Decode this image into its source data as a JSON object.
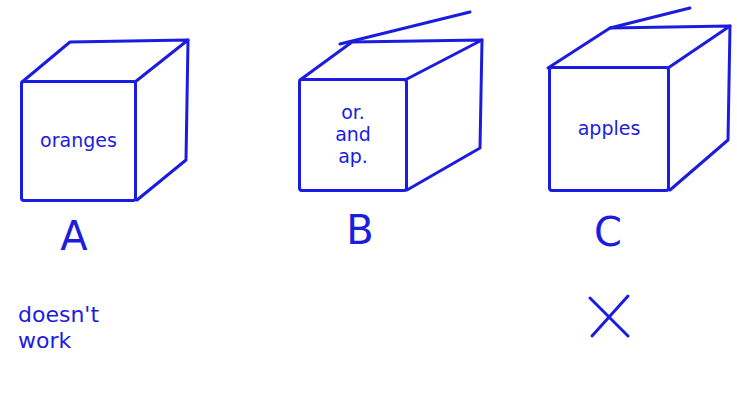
{
  "diagram": {
    "nodes": [
      {
        "text": [
          "oranges"
        ]
      },
      {
        "text": [
          "or. and ap."
        ]
      },
      {
        "text": [
          "apples"
        ]
      }
    ],
    "labels": [
      "A",
      "B",
      "C",
      "doesn't work"
    ]
  }
}
